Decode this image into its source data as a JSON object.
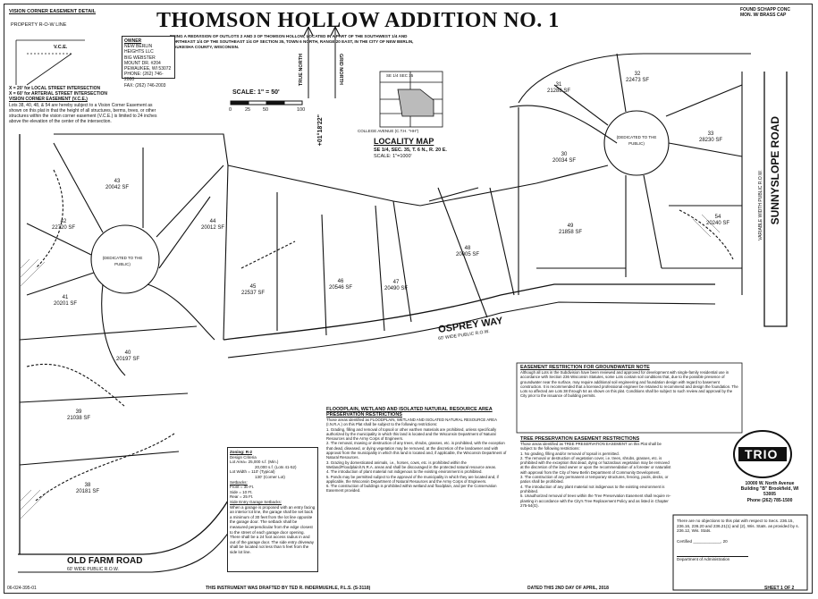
{
  "title": "THOMSON HOLLOW ADDITION NO. 1",
  "subtitle": "BEING A REDIVISION OF OUTLOTS 2 AND 3 OF THOMSON HOLLOW, LOCATED IN A PART OF THE SOUTHWEST 1/4 AND NORTHEAST 1/4 OF THE SOUTHEAST 1/4 OF SECTION 35, TOWN 6 NORTH, RANGE 20 EAST, IN THE CITY OF NEW BERLIN, WAUKESHA COUNTY, WISCONSIN.",
  "vision_detail": {
    "title": "VISION CORNER EASEMENT DETAIL",
    "row_label": "PROPERTY R-O-W LINE",
    "vce": "V.C.E."
  },
  "owner": {
    "title": "OWNER",
    "lines": [
      "NEW BERLIN HEIGHTS LLC",
      "BIG WEBSTER MOUNT DR. #204",
      "PEWAUKEE, WI 53072",
      "PHONE: (262) 746-2000",
      "FAX: (262) 746-2003"
    ]
  },
  "vision_notes": {
    "line1": "X = 20' for LOCAL STREET INTERSECTION",
    "line2": "X = 60' for ARTERIAL STREET INTERSECTION",
    "heading": "VISION CORNER EASEMENT (V.C.E.)",
    "body": "Lots 38, 40, 48, & 54 are hereby subject to a Vision Corner Easement as shown on this plat in that the height of all structures, berms, trees, or other structures within the vision corner easement (V.C.E.) is limited to 24 inches above the elevation of the center of the intersection."
  },
  "scale": {
    "label": "SCALE: 1\" = 50'",
    "ticks": [
      "0",
      "25",
      "50",
      "100"
    ]
  },
  "true_north": "TRUE NORTH",
  "grid_north": "GRID NORTH",
  "bearing_side": "+01°18'22\"",
  "locality": {
    "title": "LOCALITY MAP",
    "line1": "SE 1/4, SEC. 35, T. 6 N., R. 20 E.",
    "line2": "SCALE: 1\"=1000'",
    "inset": "SE 1/4 SEC 35",
    "road": "COLLEGE AVENUE (C.T.H. \"HH\")"
  },
  "roads": {
    "osprey": "OSPREY WAY",
    "osprey_row": "60' WIDE PUBLIC R.O.W.",
    "old_farm": "OLD FARM ROAD",
    "old_farm_row": "60' WIDE PUBLIC R.O.W.",
    "sunnyslope": "SUNNYSLOPE ROAD",
    "sunnyslope_row": "VARIABLE WIDTH PUBLIC R.O.W."
  },
  "lots": [
    {
      "num": "31",
      "area": "21288 SF"
    },
    {
      "num": "32",
      "area": "22473 SF"
    },
    {
      "num": "33",
      "area": "28230 SF"
    },
    {
      "num": "30",
      "area": "20034 SF"
    },
    {
      "num": "43",
      "area": "20042 SF"
    },
    {
      "num": "44",
      "area": "20012 SF"
    },
    {
      "num": "42",
      "area": "22720 SF"
    },
    {
      "num": "41",
      "area": "20201 SF"
    },
    {
      "num": "40",
      "area": "20197 SF"
    },
    {
      "num": "39",
      "area": "21038 SF"
    },
    {
      "num": "38",
      "area": "20181 SF"
    },
    {
      "num": "45",
      "area": "22537 SF"
    },
    {
      "num": "46",
      "area": "20546 SF"
    },
    {
      "num": "47",
      "area": "20490 SF"
    },
    {
      "num": "48",
      "area": "20005 SF"
    },
    {
      "num": "49",
      "area": "21858 SF"
    },
    {
      "num": "54",
      "area": "20240 SF"
    }
  ],
  "cul_de_sac_labels": [
    "(DEDICATED TO THE PUBLIC)",
    "(DEDICATED TO THE PUBLIC)"
  ],
  "floodplain": {
    "heading": "FLOODPLAIN, WETLAND AND ISOLATED NATURAL RESOURCE AREA PRESERVATION RESTRICTIONS",
    "intro": "Those areas identified as FLOODPLAIN, WETLAND AND ISOLATED NATURAL RESOURCE AREA (I.N.R.A.) on this Plat shall be subject to the following restrictions:",
    "items": [
      "1. Grading, filling and removal of topsoil or other earthen materials are prohibited, unless specifically authorized by the municipality in which this land is located and the Wisconsin Department of Natural Resources and the Army Corps of Engineers.",
      "2. The removal, mowing or destruction of any trees, shrubs, grasses, etc. is prohibited, with the exception that dead, diseased, or dying vegetation may be removed, at the discretion of the landowner and with approval from the municipality in which this land is located and, if applicable, the Wisconsin Department of Natural Resources.",
      "3. Grazing by domesticated animals, i.e., horses, cows, etc. is prohibited within the Wetland/Floodplain/I.N.R.A. areas and shall be discouraged in the protected natural resource areas.",
      "4. The introduction of plant material not indigenous to the existing environment is prohibited.",
      "5. Ponds may be permitted subject to the approval of the municipality in which they are located and, if applicable, the Wisconsin Department of Natural Resources and the Army Corps of Engineers.",
      "6. The construction of buildings is prohibited within wetland and floodplain, and per the Conservation Easement provided."
    ]
  },
  "groundwater": {
    "heading": "EASEMENT RESTRICTION FOR GROUNDWATER NOTE",
    "body": "Although all Lots in the Subdivision have been reviewed and approved for development with single-family residential use in accordance with Section 236 Wisconsin Statutes, some Lots contain soil conditions that, due to the possible presence of groundwater near the surface, may require additional soil engineering and foundation design with regard to basement construction. It is recommended that a licensed professional engineer be retained to recommend and design the foundation. The Lots so affected are Lots 38 through 54 as shown on this plat. Conditions shall be subject to such review and approval by the City prior to the issuance of building permits."
  },
  "tree_pres": {
    "heading": "TREE PRESERVATION EASEMENT RESTRICTIONS",
    "intro": "Those areas identified as TREE PRESERVATION EASEMENT on this Plat shall be subject to the following restrictions:",
    "items": [
      "1. No grading, filling and/or removal of topsoil is permitted.",
      "2. The removal or destruction of vegetation cover, i.e. trees, shrubs, grasses, etc. is prohibited with the exception that dead, dying or hazardous vegetation may be removed at the discretion of the land owner or upon the recommendation of a forester or naturalist with approval from the City of New Berlin Department of Community Development.",
      "3. The construction of any permanent or temporary structures, fencing, pools, decks, or patios shall be prohibited.",
      "4. The introduction of any plant material not indigenous to the existing environment is prohibited.",
      "5. Unauthorized removal of trees within the Tree Preservation Easement shall require re-planting in accordance with the City's Tree Replacement Policy and as listed in Chapter 275-54(G)."
    ]
  },
  "zoning": {
    "heading": "Zoning: R-2",
    "design": "Design Criteria",
    "lot_area_label": "Lot Area=",
    "lot_area": "25,000 s.f. (Min.)",
    "lot_area2": "20,000 s.f. (Lots 41-52)",
    "lot_width_label": "Lot Width =",
    "lot_width": "110' (Typical)",
    "lot_width2": "130' (Corner Lot)",
    "setbacks": "Setbacks:",
    "front": "Front = 30 Ft.",
    "side": "Side = 10 Ft.",
    "rear": "Rear = 25 Ft.",
    "side_entry": "Side Entry Garage Setbacks:",
    "side_entry_body": "When a garage is proposed with an entry facing an interior lot line, the garage shall be set back a minimum of 30 feet from the lot line opposite the garage door. The setback shall be measured perpendicular from the edge closest to the street of each garage door opening. There shall be a 24 foot access radius in and out of the garage door. The side entry driveway shall be located not less than 5 feet from the side lot line."
  },
  "trio": {
    "logo": "TRIO",
    "addr": "10000 W. North Avenue Building \"B\" Brookfield, WI 53005",
    "phone": "Phone (262) 785-1500"
  },
  "firm_block": {
    "line1": "FOUND SCHAPP CONC",
    "line2": "MON. W/ BRASS CAP"
  },
  "approval": {
    "text": "There are no objections to this plat with respect to Secs. 236.15, 236.16, 236.20 and 236.21(1) and (2), Wis. Stats. as provided by s. 236.12, Wis. Stats.",
    "certified": "Certified",
    "date_suffix": ", 20",
    "dept": "Department of Administration"
  },
  "footer": {
    "left": "06-024-395-01",
    "drafted": "THIS INSTRUMENT WAS DRAFTED BY TED R. INDERMUEHLE, P.L.S. (S-3118)",
    "dated": "DATED THIS 2ND DAY OF APRIL, 2018",
    "sheet": "SHEET 1 OF 2"
  },
  "colors": {
    "ink": "#111111",
    "paper": "#ffffff",
    "hatch": "#555555"
  }
}
